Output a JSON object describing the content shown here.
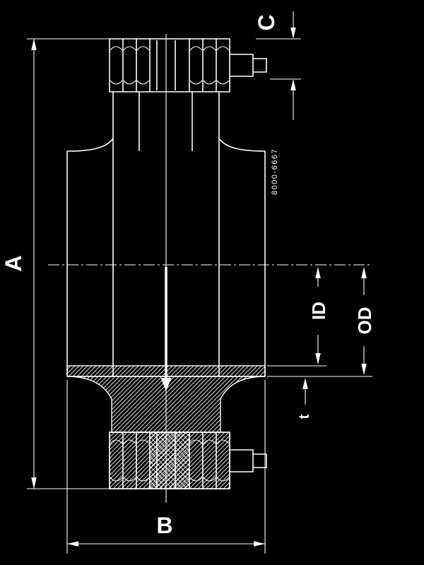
{
  "colors": {
    "background": "#000000",
    "line": "#ffffff"
  },
  "dimensions": {
    "a": "A",
    "b": "B",
    "c": "C",
    "id": "ID",
    "od": "OD",
    "t": "t"
  },
  "part_number": "8000-6667"
}
